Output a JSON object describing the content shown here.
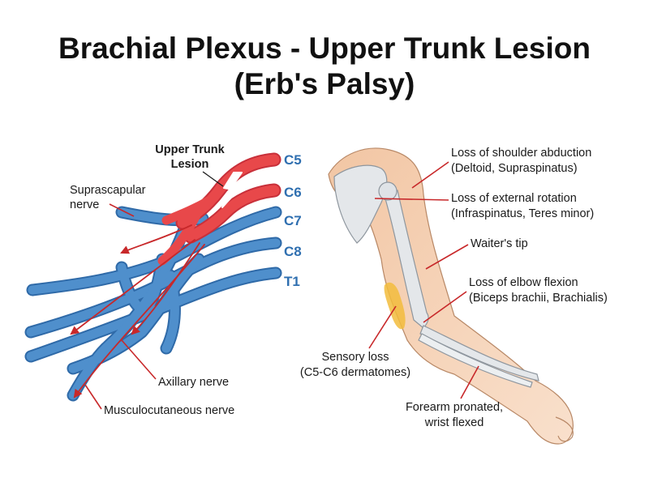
{
  "title": {
    "line1": "Brachial Plexus - Upper Trunk Lesion",
    "line2": "(Erb's Palsy)"
  },
  "plexus": {
    "lesion_label": [
      "Upper Trunk",
      "Lesion"
    ],
    "suprascapular": [
      "Suprascapular",
      "nerve"
    ],
    "axillary": "Axillary nerve",
    "musculocutaneous": "Musculocutaneous nerve",
    "roots": [
      "C5",
      "C6",
      "C7",
      "C8",
      "T1"
    ]
  },
  "arm": {
    "shoulder_abduction": [
      "Loss of shoulder abduction",
      "(Deltoid, Supraspinatus)"
    ],
    "external_rotation": [
      "Loss of external rotation",
      "(Infraspinatus, Teres minor)"
    ],
    "waiters_tip": "Waiter's tip",
    "elbow_flexion": [
      "Loss of elbow flexion",
      "(Biceps brachii, Brachialis)"
    ],
    "sensory_loss": [
      "Sensory loss",
      "(C5-C6 dermatomes)"
    ],
    "forearm": [
      "Forearm pronated,",
      "wrist flexed"
    ]
  },
  "colors": {
    "nerve_blue": "#4f8fcc",
    "nerve_outline": "#2f6aa8",
    "lesion_red": "#e8484a",
    "pointer": "#c8282a",
    "skin": "#f6d2b4",
    "bone": "#e4e7ea",
    "sensory": "#f2bc3c"
  },
  "icons": {
    "lesion_marker": "lightning-bolt-icon"
  }
}
